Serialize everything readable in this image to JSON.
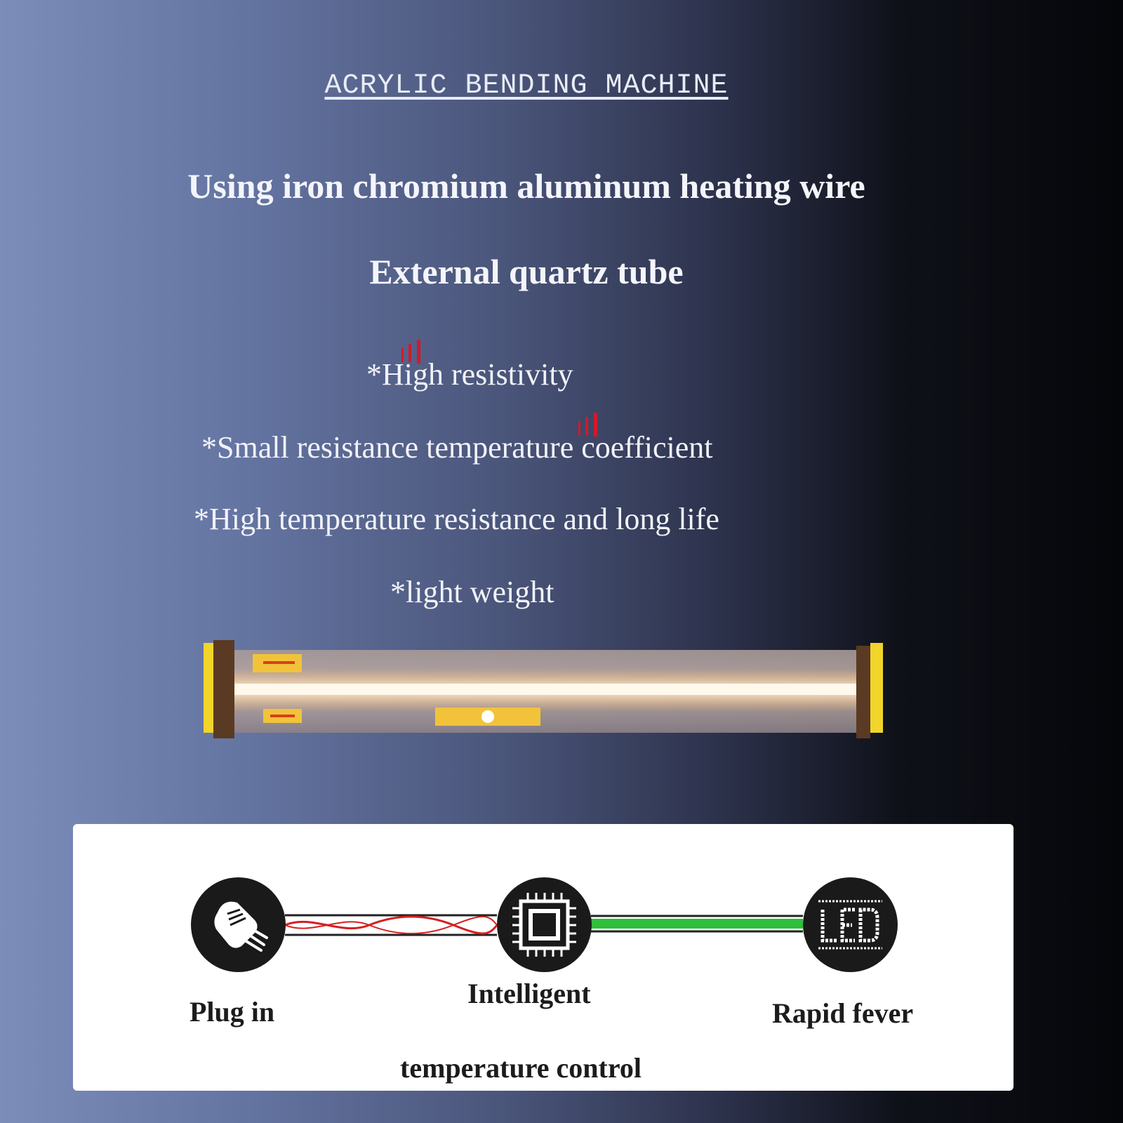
{
  "header": {
    "title": "ACRYLIC BENDING MACHINE",
    "headline_1": "Using iron chromium aluminum heating wire",
    "headline_2": "External quartz tube"
  },
  "features": [
    "*High resistivity",
    "*Small resistance temperature coefficient",
    "*High temperature resistance and long life",
    "*light weight"
  ],
  "steps": {
    "step_1": "Plug in",
    "step_2_line1": "Intelligent",
    "step_2_line2": "temperature control",
    "step_3": "Rapid fever"
  },
  "icons": [
    "plug-icon",
    "chip-icon",
    "led-icon"
  ],
  "colors": {
    "glow": "#ffd9a8",
    "end_cap": "#f2d52a",
    "wire_red": "#d42020",
    "wire_green": "#2fbf3a",
    "tick_red": "#d11a2a"
  }
}
